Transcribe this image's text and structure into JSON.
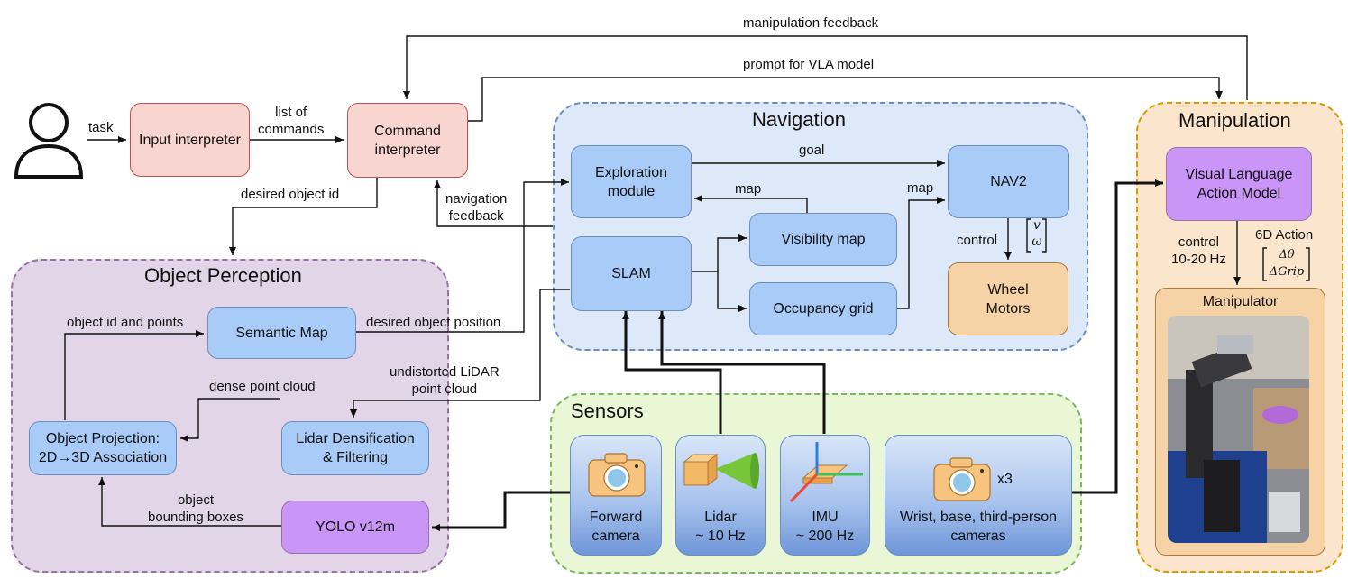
{
  "regions": {
    "navigation": "Navigation",
    "manipulation": "Manipulation",
    "object_perception": "Object Perception",
    "sensors": "Sensors"
  },
  "nodes": {
    "input_interpreter": "Input interpreter",
    "command_interpreter": "Command\ninterpreter",
    "exploration_module": "Exploration\nmodule",
    "slam": "SLAM",
    "visibility_map": "Visibility map",
    "occupancy_grid": "Occupancy grid",
    "nav2": "NAV2",
    "wheel_motors": "Wheel\nMotors",
    "vla_model": "Visual Language\nAction Model",
    "manipulator": "Manipulator",
    "semantic_map": "Semantic Map",
    "object_projection": "Object Projection:\n2D→3D Association",
    "lidar_densification": "Lidar Densification\n& Filtering",
    "yolo": "YOLO v12m",
    "forward_camera": "Forward\ncamera",
    "lidar": "Lidar\n~ 10 Hz",
    "imu": "IMU\n~ 200 Hz",
    "wrist_cameras": "Wrist, base, third-person\ncameras",
    "x3": "x3"
  },
  "edges": {
    "task": "task",
    "list_of_commands": "list of\ncommands",
    "manipulation_feedback": "manipulation feedback",
    "prompt_for_vla": "prompt for VLA model",
    "desired_object_id": "desired object id",
    "navigation_feedback": "navigation\nfeedback",
    "goal": "goal",
    "map_to_exploration": "map",
    "map_to_nav2": "map",
    "control_wheels": "control",
    "control_arm": "control\n10-20 Hz",
    "action_6d": "6D Action",
    "object_id_and_points": "object id and points",
    "desired_object_position": "desired object position",
    "undistorted_lidar": "undistorted LiDAR\npoint cloud",
    "dense_point_cloud": "dense point cloud",
    "object_bounding_boxes": "object\nbounding boxes"
  },
  "vectors": {
    "velocity_top": "v",
    "velocity_bottom": "ω",
    "action_top": "Δθ",
    "action_bottom": "ΔGrip"
  },
  "colors": {
    "navigation_bg": "#dde8f8",
    "manipulation_bg": "#fbe5cc",
    "perception_bg": "#e3d5e8",
    "sensors_bg": "#eaf7d6",
    "process_blue": "#a9cbf8",
    "interpreter_pink": "#f8d5d0",
    "model_purple": "#c996f8",
    "actuator_orange": "#f6d3a6"
  }
}
